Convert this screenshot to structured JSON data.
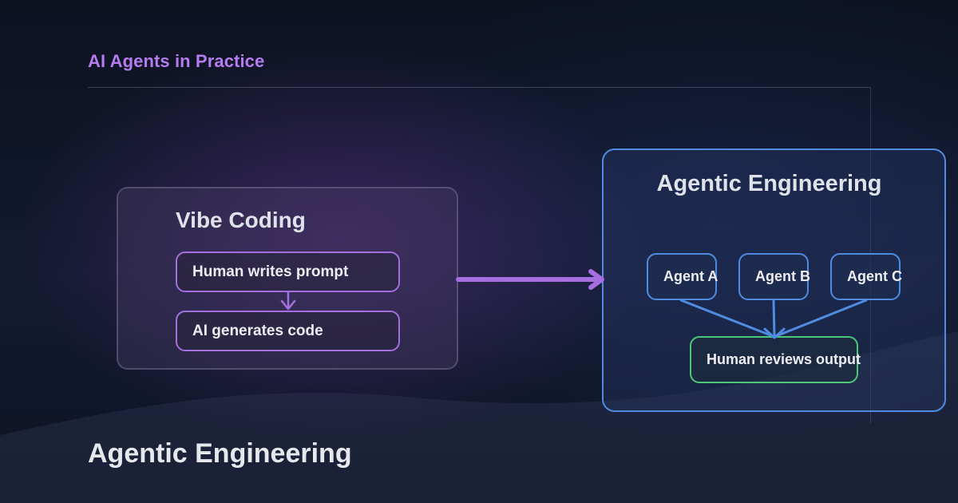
{
  "header": {
    "kicker": "AI Agents in Practice",
    "headline": "Agentic Engineering"
  },
  "vibe_coding": {
    "title": "Vibe Coding",
    "steps": [
      "Human writes prompt",
      "AI generates code"
    ]
  },
  "agentic": {
    "title": "Agentic Engineering",
    "agents": [
      "Agent A",
      "Agent B",
      "Agent C"
    ],
    "review": "Human reviews output"
  },
  "colors": {
    "purple_accent": "#b57cf0",
    "purple_border": "#a56fe0",
    "blue_border": "#4f8be0",
    "green_border": "#4cc77a"
  },
  "icons": {
    "flow_arrow": "arrow-right-icon",
    "step_arrow": "arrow-down-icon"
  }
}
